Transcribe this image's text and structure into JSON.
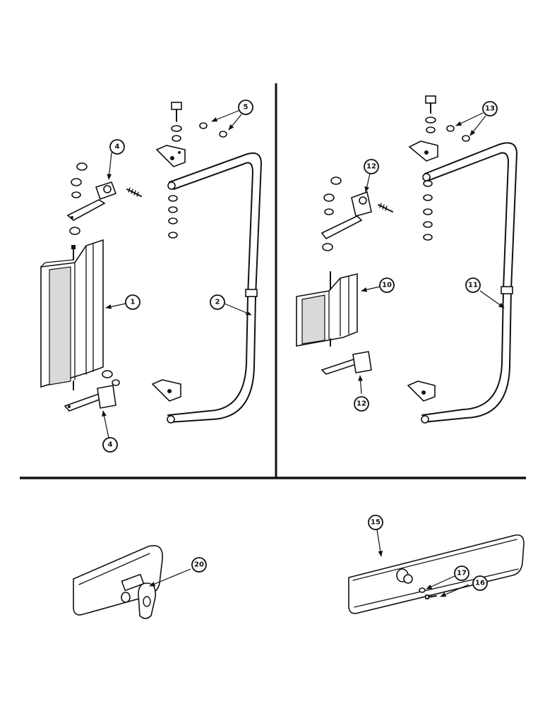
{
  "callouts": {
    "c1": "1",
    "c2": "2",
    "c4a": "4",
    "c4b": "4",
    "c5": "5",
    "c10": "10",
    "c11": "11",
    "c12a": "12",
    "c12b": "12",
    "c13": "13",
    "c15": "15",
    "c16": "16",
    "c17": "17",
    "c20": "20"
  }
}
